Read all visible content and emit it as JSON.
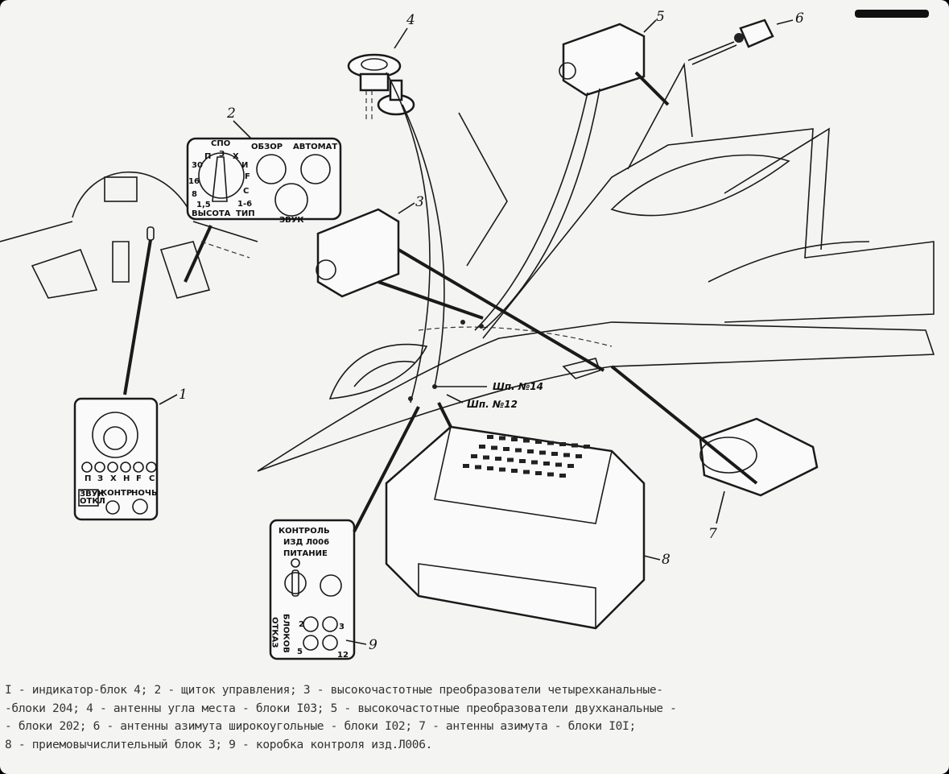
{
  "labels": {
    "n1": "1",
    "n2": "2",
    "n3": "3",
    "n4": "4",
    "n5": "5",
    "n6": "6",
    "n7": "7",
    "n8": "8",
    "n9": "9",
    "connector_14": "Шп. №14",
    "connector_12": "Шп. №12"
  },
  "panel2": {
    "spo": "СПО",
    "obzor": "ОБЗОР",
    "avtomat": "АВТОМАТ",
    "zvuk": "ЗВУК",
    "vysota": "ВЫСОТА",
    "tip": "ТИП",
    "scale_left": [
      "30",
      "16",
      "8",
      "1,5"
    ],
    "scale_right": [
      "П",
      "З",
      "Х",
      "И",
      "F",
      "С",
      "1-6"
    ]
  },
  "panel1": {
    "modes": [
      "П",
      "З",
      "Х",
      "Н",
      "F",
      "С"
    ],
    "zvuk_otkl": [
      "ЗВУК",
      "ОТКЛ"
    ],
    "kontr": "КОНТР",
    "noch": "НОЧЬ"
  },
  "panel9": {
    "title": [
      "КОНТРОЛЬ",
      "ИЗД Л006",
      "ПИТАНИЕ"
    ],
    "otkaz": "ОТКАЗ",
    "blokov": "БЛОКОВ",
    "block_numbers": [
      "2",
      "3",
      "5",
      "12"
    ]
  },
  "caption": [
    "I - индикатор-блок 4; 2 - щиток управления; 3 - высокочастотные преобразователи четырехканальные-",
    "-блоки 204; 4 - антенны угла места - блоки I03; 5 - высокочастотные преобразователи двухканальные -",
    "- блоки 202; 6 - антенны азимута широкоугольные - блоки I02; 7 - антенны азимута - блоки I0I;",
    "8 - приемовычислительный блок 3; 9 - коробка контроля изд.Л006."
  ]
}
